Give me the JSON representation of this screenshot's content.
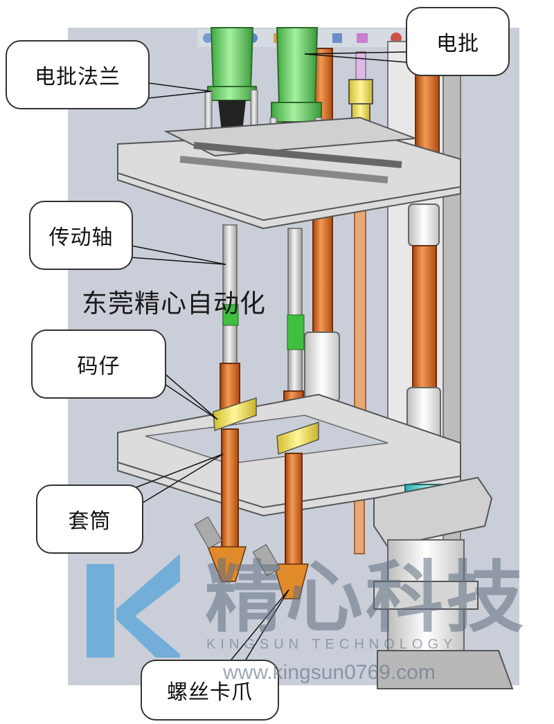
{
  "labels": {
    "flange": "电批法兰",
    "screwdriver": "电批",
    "shaft": "传动轴",
    "block": "码仔",
    "sleeve": "套筒",
    "claw": "螺丝卡爪"
  },
  "watermark": {
    "company": "东莞精心自动化",
    "brand_cn": "精心科技",
    "brand_en": "KINGSUN TECHNOLOGY",
    "url": "www.kingsun0769.com"
  },
  "colors": {
    "background_panel": "#c9ced8",
    "frame_metal": "#dcdcdc",
    "frame_edge": "#555555",
    "screwdriver_green": "#7fdc7a",
    "rod_orange": "#d9651e",
    "block_yellow": "#f0e060",
    "coupling_green": "#3fbf3f",
    "logo_blue": "#3a9ad9",
    "cylinder_cyan": "#4fd6d6"
  }
}
